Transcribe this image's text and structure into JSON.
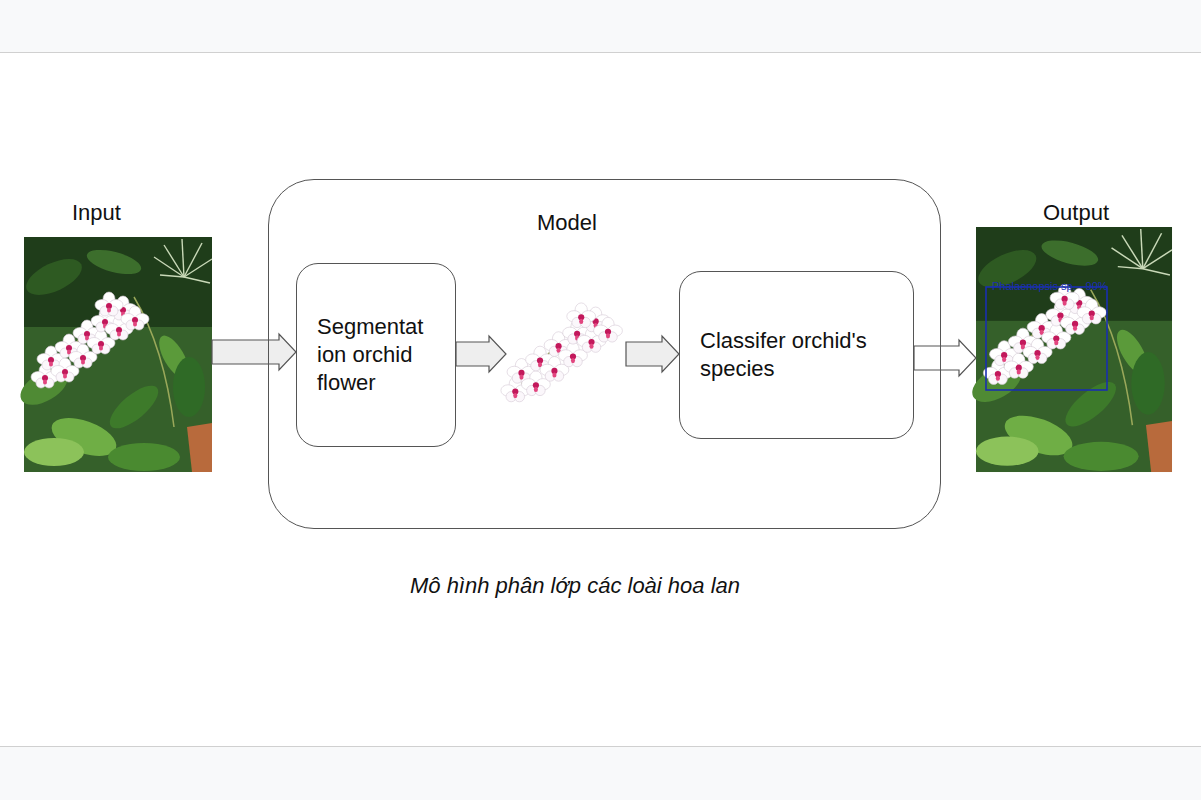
{
  "diagram": {
    "caption": "Mô hình phân lớp các loài hoa lan",
    "nodes": [
      {
        "text": [
          "Input"
        ]
      },
      {
        "text": [
          "Model"
        ]
      },
      {
        "text": [
          "Segmentat ion orchid flower"
        ],
        "in": 1
      },
      {
        "text": [
          "Classifer orchid's species"
        ],
        "in": 1
      },
      {
        "text": [
          "Output",
          "Phalaenopsis sp. - 90%"
        ]
      }
    ],
    "edges": [
      {
        "from": 0,
        "to": 2,
        "arrow": "to"
      },
      {
        "from": 2,
        "to": 3,
        "arrow": "to"
      },
      {
        "from": 3,
        "to": 4,
        "arrow": "to"
      }
    ]
  }
}
